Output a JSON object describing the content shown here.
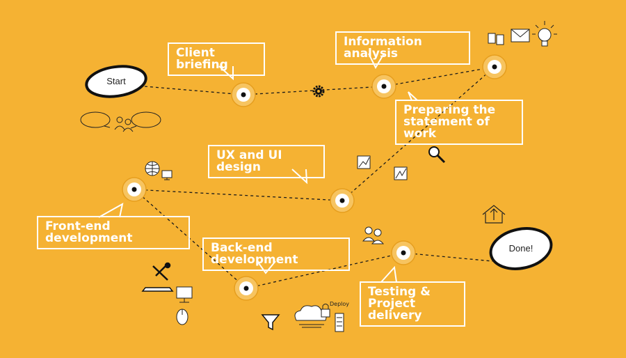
{
  "diagram": {
    "start_label": "Start",
    "done_label": "Done!",
    "steps": [
      {
        "id": "client-briefing",
        "label": "Client briefing"
      },
      {
        "id": "information-analysis",
        "label": "Information analysis"
      },
      {
        "id": "preparing-sow",
        "label": "Preparing the\nstatement of work"
      },
      {
        "id": "ux-ui-design",
        "label": "UX and UI design"
      },
      {
        "id": "front-end-development",
        "label": "Front-end development"
      },
      {
        "id": "back-end-development",
        "label": "Back-end development"
      },
      {
        "id": "testing-delivery",
        "label": "Testing &\nProject delivery"
      }
    ],
    "deploy_label": "Deploy",
    "colors": {
      "background": "#f5b233",
      "callout_border": "#ffffff",
      "node_ring": "#f7c460",
      "node_core": "#ffffff",
      "ink": "#1a1a1a"
    }
  }
}
